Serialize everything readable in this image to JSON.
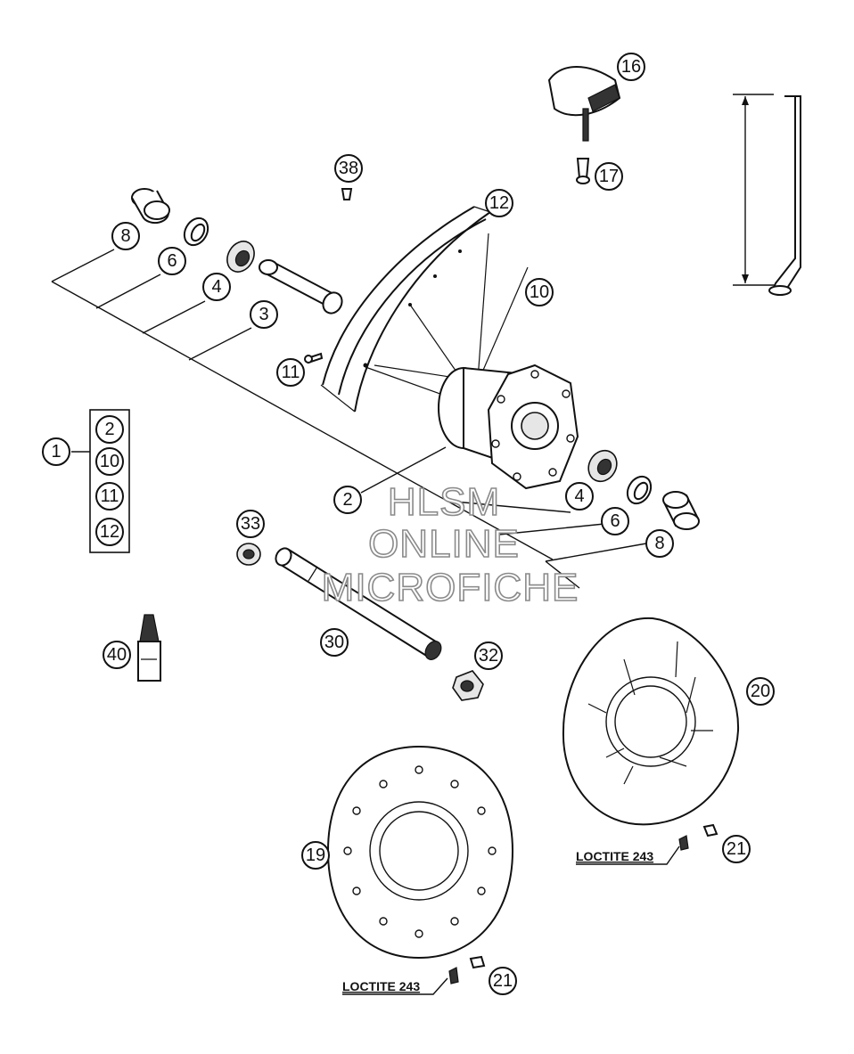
{
  "callouts": {
    "c1": "1",
    "c2_kit": "2",
    "c10_kit": "10",
    "c11_kit": "11",
    "c12_kit": "12",
    "c2": "2",
    "c3": "3",
    "c4a": "4",
    "c4b": "4",
    "c6a": "6",
    "c6b": "6",
    "c8a": "8",
    "c8b": "8",
    "c10": "10",
    "c11": "11",
    "c12": "12",
    "c16": "16",
    "c17": "17",
    "c19": "19",
    "c20": "20",
    "c21a": "21",
    "c21b": "21",
    "c30": "30",
    "c32": "32",
    "c33": "33",
    "c38": "38",
    "c40": "40"
  },
  "notes": {
    "loctite_upper": "LOCTITE 243",
    "loctite_lower": "LOCTITE 243"
  },
  "watermark": {
    "line1": "HLSM",
    "line2": "ONLINE",
    "line3": "MICROFICHE"
  }
}
